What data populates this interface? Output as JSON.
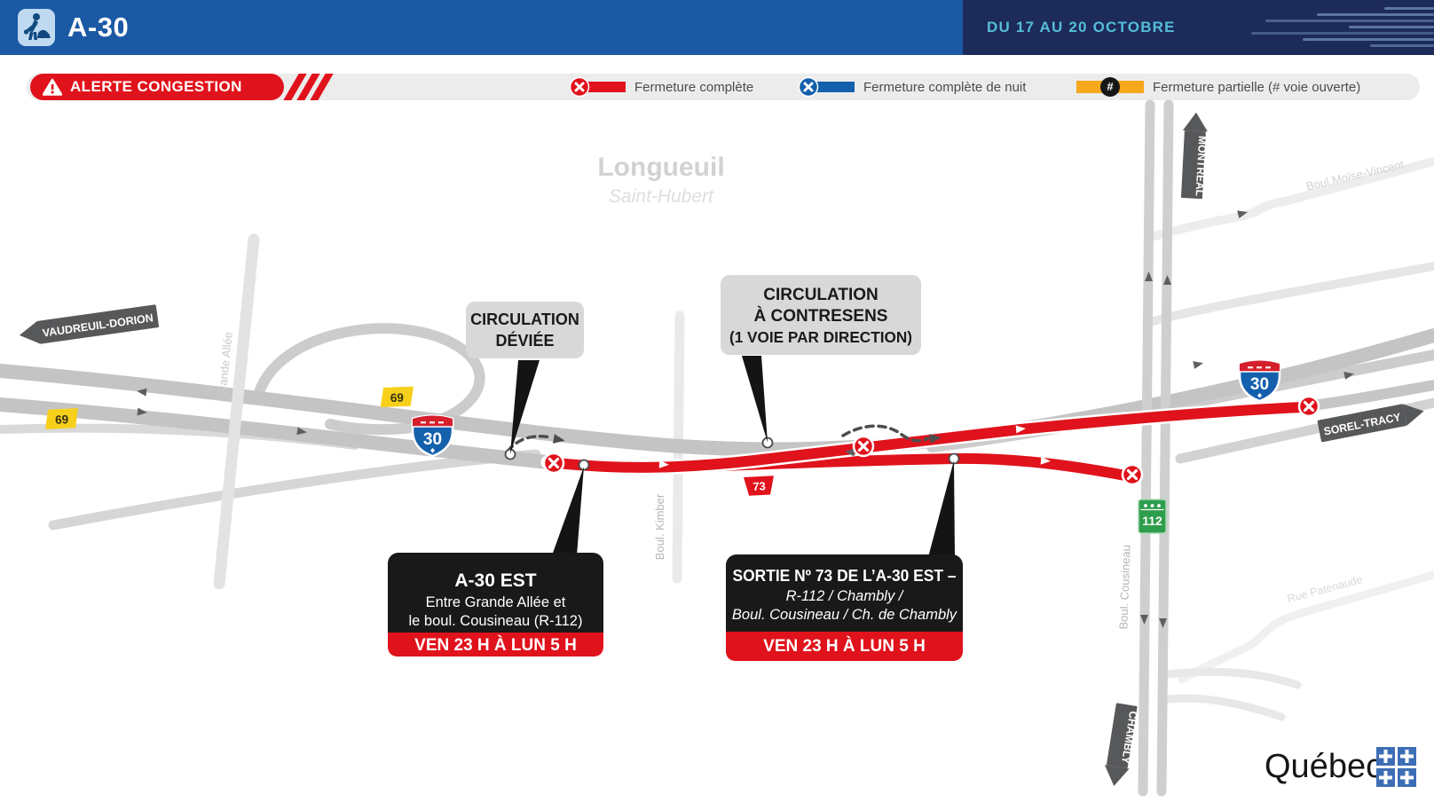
{
  "header": {
    "title": "A-30",
    "date_range": "DU 17 AU 20 OCTOBRE"
  },
  "alert": {
    "label": "ALERTE CONGESTION"
  },
  "legend": {
    "items": [
      {
        "label": "Fermeture complète",
        "color": "#e0121b"
      },
      {
        "label": "Fermeture complète de nuit",
        "color": "#1560ad"
      },
      {
        "label": "Fermeture partielle (# voie ouverte)",
        "color": "#f6a81c",
        "symbol": "#"
      }
    ]
  },
  "map": {
    "city": {
      "name": "Longueuil",
      "district": "Saint-Hubert"
    },
    "streets": {
      "grande_allee": "Grande Allée",
      "kimber": "Boul. Kimber",
      "cousineau": "Boul. Cousineau",
      "moise_vincent": "Boul.Moïse-Vincent",
      "patenaude": "Rue Patenaude"
    },
    "signs": {
      "west": "VAUDREUIL-DORION",
      "east": "SOREL-TRACY",
      "north": "MONTRÉAL",
      "south": "CHAMBLY"
    },
    "shields": {
      "a30": "30",
      "r112": "112",
      "exit73": "73",
      "local69": "69"
    },
    "notes": {
      "deviation": [
        "CIRCULATION",
        "DÉVIÉE"
      ],
      "contresens": [
        "CIRCULATION",
        "À CONTRESENS",
        "(1 VOIE PAR DIRECTION)"
      ]
    },
    "callouts": [
      {
        "title": "A-30 EST",
        "lines": [
          "Entre Grande Allée et",
          "le boul. Cousineau (R-112)"
        ],
        "time": "VEN 23 H À LUN 5 H"
      },
      {
        "title": "SORTIE Nº 73 DE L’A-30 EST –",
        "lines": [
          "R-112 / Chambly /",
          "Boul. Cousineau / Ch. de Chambly"
        ],
        "time": "VEN 23 H À LUN 5 H"
      }
    ]
  },
  "footer": {
    "wordmark": "Québec"
  },
  "colors": {
    "header_blue": "#1b59a5",
    "banner_navy": "#1d2b5a",
    "banner_teal_text": "#55bdd8",
    "alert_red": "#e0121b",
    "night_blue": "#1560ad",
    "partial_orange": "#f6a81c",
    "autoroute_blue": "#1560ad",
    "route_green": "#2f9e4c",
    "local_yellow": "#f7d01c",
    "sign_gray": "#57585a",
    "road_gray": "#c4c4c4"
  }
}
